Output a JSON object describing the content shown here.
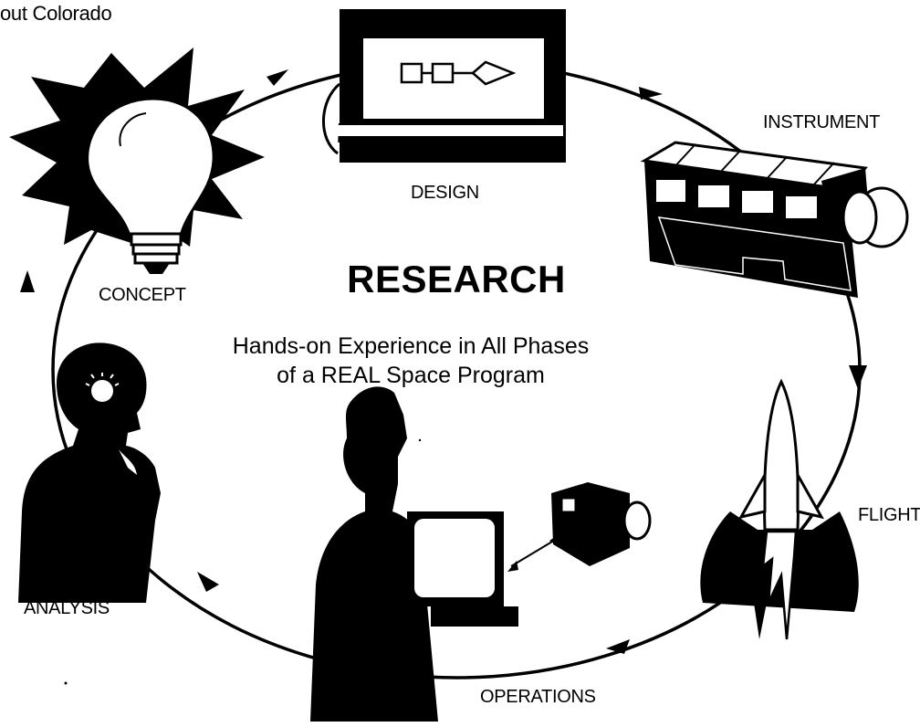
{
  "top_caption": "out Colorado",
  "center": {
    "title": "RESEARCH",
    "subtitle_line1": "Hands-on Experience in All Phases",
    "subtitle_line2": "of a REAL Space Program"
  },
  "phases": {
    "concept": "CONCEPT",
    "design": "DESIGN",
    "instrument": "INSTRUMENT",
    "flight": "FLIGHT",
    "operations": "OPERATIONS",
    "analysis": "ANALYSIS"
  },
  "colors": {
    "ink": "#000000",
    "paper": "#ffffff"
  },
  "icons": [
    "lightbulb-icon",
    "design-monitor-icon",
    "instrument-icon",
    "rocket-icon",
    "operator-computer-icon",
    "thinker-icon"
  ]
}
